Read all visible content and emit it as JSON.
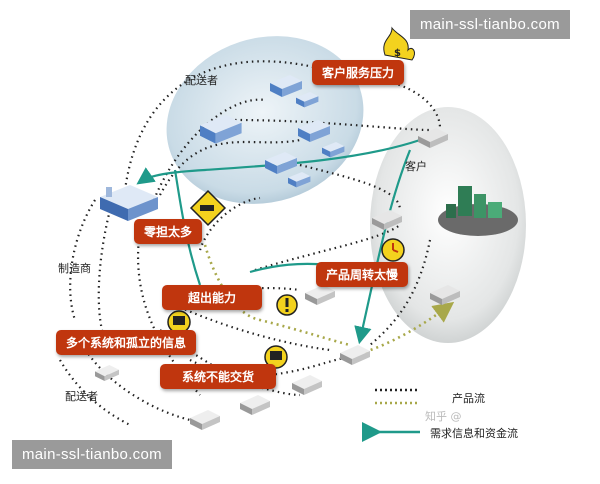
{
  "watermark_top": "main-ssl-tianbo.com",
  "watermark_bottom": "main-ssl-tianbo.com",
  "groups": {
    "distributor_top": "配送者",
    "customer": "客户",
    "manufacturer": "制造商",
    "distributor_bottom": "配送者"
  },
  "problems": {
    "customer_pressure": "客户服务压力",
    "parts_too_many": "零担太多",
    "slow_turnover": "产品周转太慢",
    "overcapacity": "超出能力",
    "isolated_systems": "多个系统和孤立的信息",
    "no_system_exchange": "系统不能交货"
  },
  "legend": {
    "product_flow": "产品流",
    "info_flow": "需求信息和资金流"
  },
  "faded_watermark": "知乎 @",
  "colors": {
    "label_red": "#c0360e",
    "teal_flow": "#1f9a8a",
    "olive_flow": "#a8a84a",
    "dotted_flow": "#222222"
  }
}
